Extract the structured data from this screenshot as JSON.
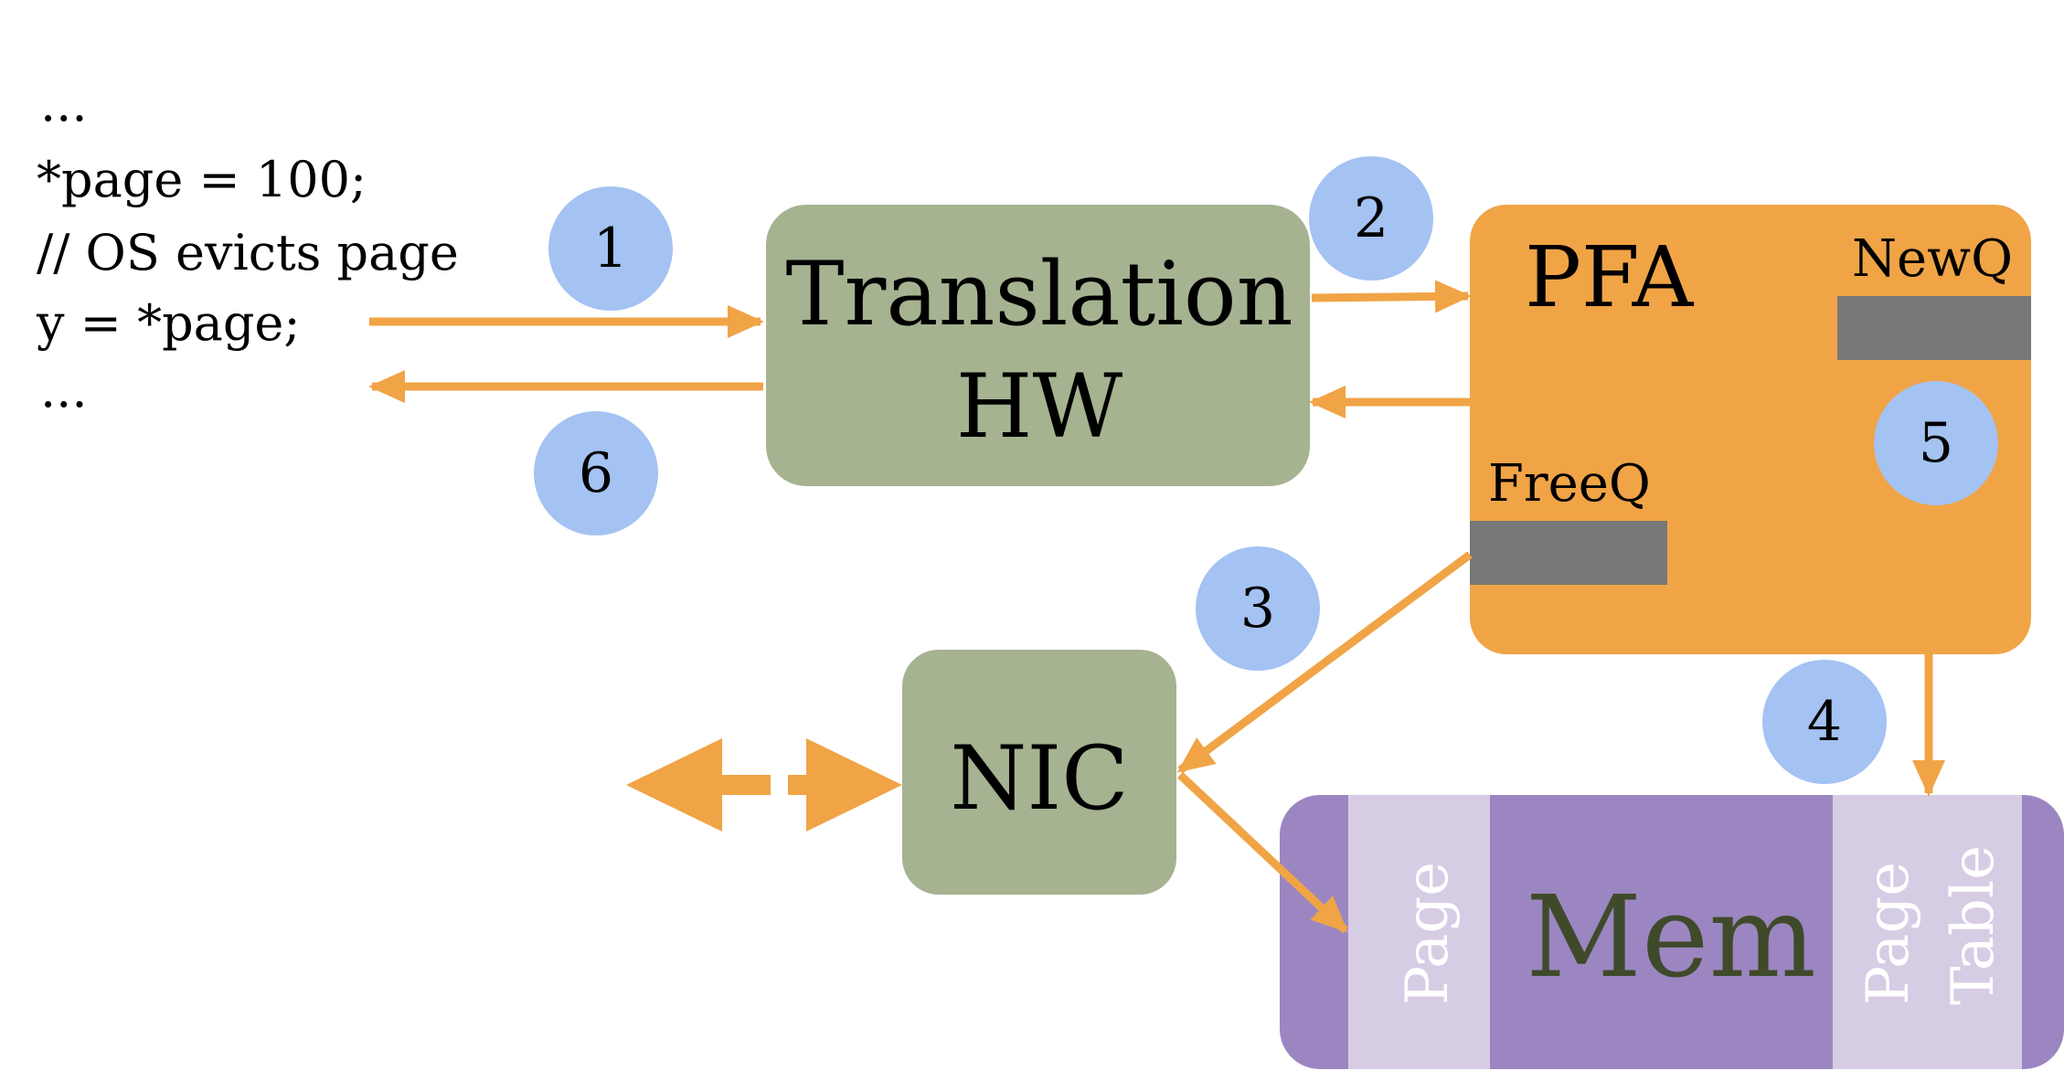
{
  "code": {
    "line1": "...",
    "line2": "*page = 100;",
    "line3": "// OS evicts page",
    "line4": "y = *page;",
    "line5": "..."
  },
  "blocks": {
    "translation_line1": "Translation",
    "translation_line2": "HW",
    "pfa": "PFA",
    "newq": "NewQ",
    "freeq": "FreeQ",
    "nic": "NIC",
    "mem": "Mem",
    "page": "Page",
    "page_table_line1": "Page",
    "page_table_line2": "Table"
  },
  "steps": [
    "1",
    "2",
    "3",
    "4",
    "5",
    "6"
  ],
  "colors": {
    "arrow": "#f0a446",
    "translation_box": "#a5b391",
    "pfa_box": "#f0a446",
    "queue_bar": "#777777",
    "mem_box": "#9b86c2",
    "mem_slot": "#d6cde5",
    "step_circle": "#a4c2f2",
    "mem_label": "#3f4a2a"
  }
}
